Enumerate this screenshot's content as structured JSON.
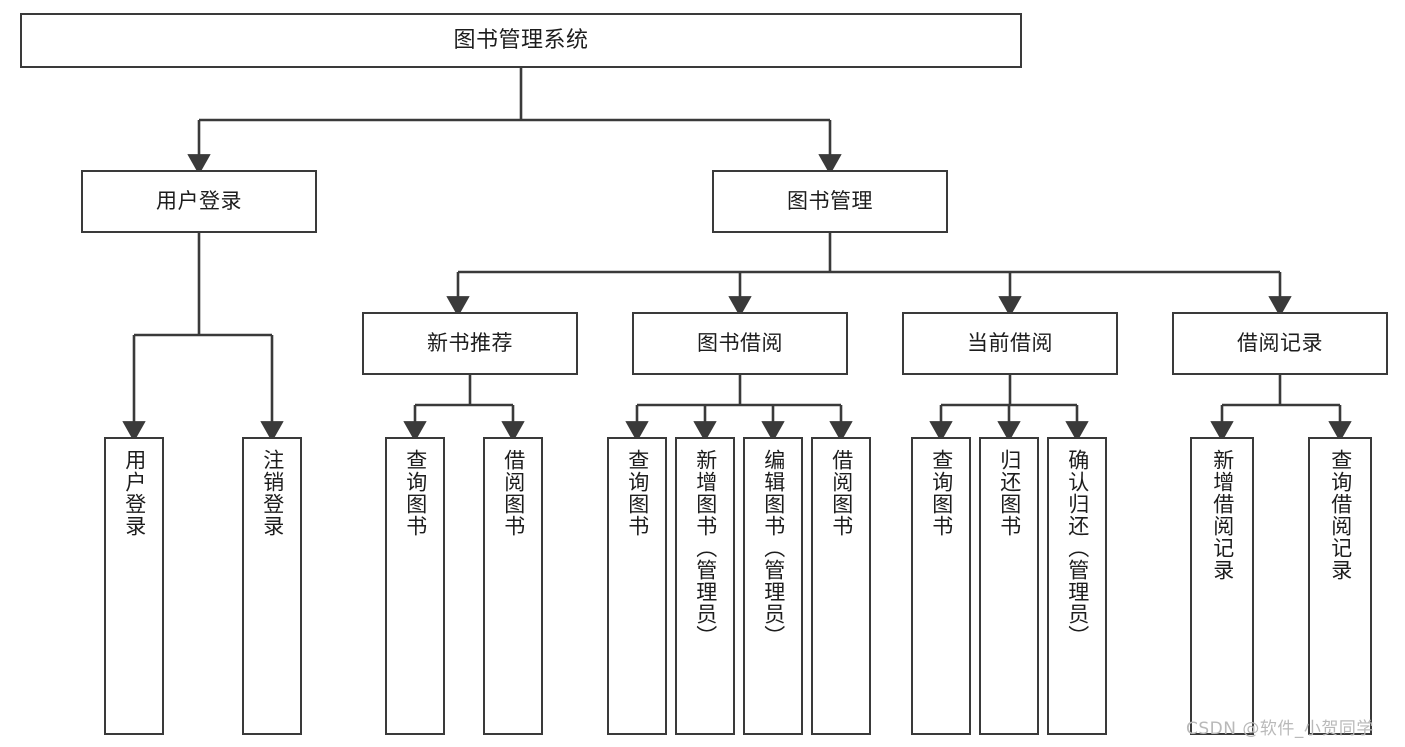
{
  "diagram": {
    "title": "图书管理系统",
    "type": "tree-flowchart",
    "stroke_color": "#3a3a3a",
    "fill_color": "#ffffff",
    "text_color": "#1d1d1d"
  },
  "root": {
    "label": "图书管理系统"
  },
  "level1": [
    {
      "label": "用户登录"
    },
    {
      "label": "图书管理"
    }
  ],
  "level2": [
    {
      "label": "新书推荐"
    },
    {
      "label": "图书借阅"
    },
    {
      "label": "当前借阅"
    },
    {
      "label": "借阅记录"
    }
  ],
  "leaves": {
    "user_login": [
      {
        "label": "用户登录"
      },
      {
        "label": "注销登录"
      }
    ],
    "new_book_recommend": [
      {
        "label": "查询图书"
      },
      {
        "label": "借阅图书"
      }
    ],
    "book_borrow": [
      {
        "label": "查询图书"
      },
      {
        "label": "新增图书（管理员）"
      },
      {
        "label": "编辑图书（管理员）"
      },
      {
        "label": "借阅图书"
      }
    ],
    "current_borrow": [
      {
        "label": "查询图书"
      },
      {
        "label": "归还图书"
      },
      {
        "label": "确认归还（管理员）"
      }
    ],
    "borrow_record": [
      {
        "label": "新增借阅记录"
      },
      {
        "label": "查询借阅记录"
      }
    ]
  },
  "watermark": {
    "text": "CSDN @软件_小贺同学"
  }
}
